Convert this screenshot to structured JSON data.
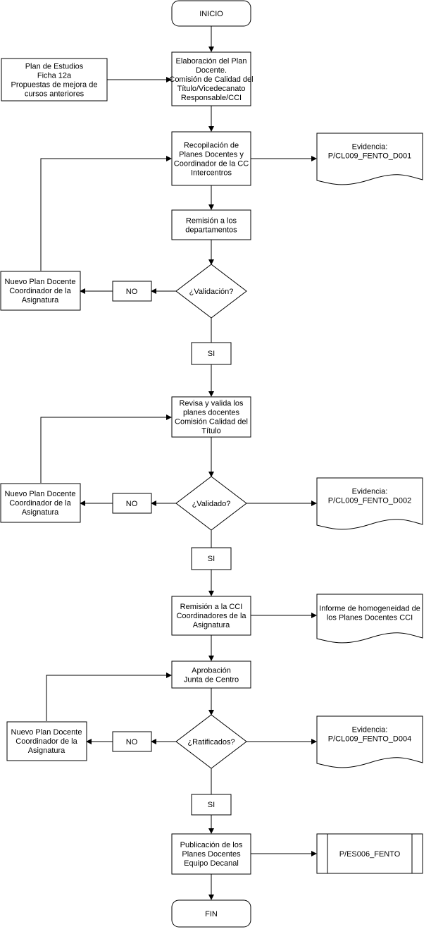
{
  "nodes": {
    "inicio": [
      "INICIO"
    ],
    "elaboracion": [
      "Elaboración del Plan",
      "Docente.",
      "Comisión de Calidad del",
      "Título/Vicedecanato",
      "Responsable/CCI"
    ],
    "plan_estudios": [
      "Plan de Estudios",
      "Ficha 12a",
      "Propuestas de mejora de",
      "cursos anteriores"
    ],
    "recopilacion": [
      "Recopilación de",
      "Planes Docentes y",
      "Coordinador de la CC",
      "Intercentros"
    ],
    "evidencia1": [
      "Evidencia:",
      "P/CL009_FENTO_D001"
    ],
    "remision_dep": [
      "Remisión a los",
      "departamentos"
    ],
    "validacion": [
      "¿Validación?"
    ],
    "no1": [
      "NO"
    ],
    "nuevo1": [
      "Nuevo Plan Docente",
      "Coordinador de la",
      "Asignatura"
    ],
    "si1": [
      "SI"
    ],
    "revisa": [
      "Revisa y valida los",
      "planes docentes",
      "Comisión Calidad del",
      "Título"
    ],
    "validado": [
      "¿Validado?"
    ],
    "no2": [
      "NO"
    ],
    "nuevo2": [
      "Nuevo Plan Docente",
      "Coordinador de la",
      "Asignatura"
    ],
    "evidencia2": [
      "Evidencia:",
      "P/CL009_FENTO_D002"
    ],
    "si2": [
      "SI"
    ],
    "remision_cci": [
      "Remisión a la CCI",
      "Coordinadores de la",
      "Asignatura"
    ],
    "informe": [
      "Informe de homogeneidad de",
      "los Planes Docentes CCI"
    ],
    "aprobacion": [
      "Aprobación",
      "Junta de Centro"
    ],
    "ratificados": [
      "¿Ratificados?"
    ],
    "no3": [
      "NO"
    ],
    "nuevo3": [
      "Nuevo Plan Docente",
      "Coordinador de la",
      "Asignatura"
    ],
    "evidencia3": [
      "Evidencia:",
      "P/CL009_FENTO_D004"
    ],
    "si3": [
      "SI"
    ],
    "publicacion": [
      "Publicación de los",
      "Planes Docentes",
      "Equipo Decanal"
    ],
    "pes006": [
      "P/ES006_FENTO"
    ],
    "fin": [
      "FIN"
    ]
  }
}
